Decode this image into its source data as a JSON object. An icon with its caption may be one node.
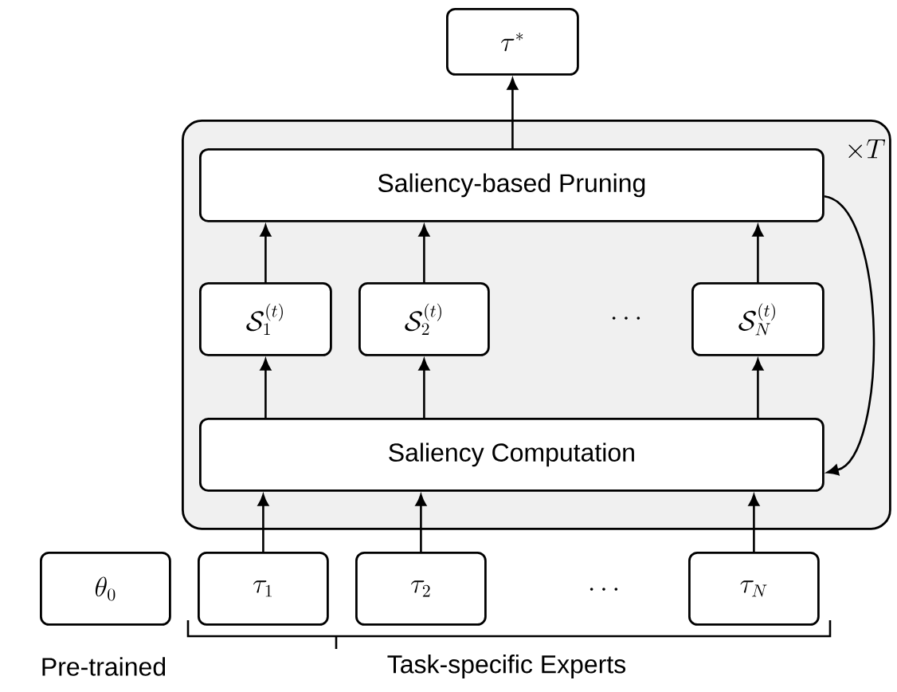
{
  "diagram": {
    "nodes": [
      {
        "text": [
          "\\tau^*"
        ]
      },
      {
        "text": [],
        "shape": "box"
      },
      {
        "text": [
          "Saliency-based Pruning"
        ],
        "in": 1
      },
      {
        "text": [
          "\\mathcal{S}_1^{(t)}"
        ],
        "in": 1
      },
      {
        "text": [
          "\\mathcal{S}_2^{(t)}"
        ],
        "in": 1
      },
      {
        "text": [
          "\\mathcal{S}_N^{(t)}"
        ],
        "in": 1
      },
      {
        "text": [
          "Saliency Computation"
        ],
        "in": 1
      },
      {
        "text": [
          "\\theta_0"
        ]
      },
      {
        "text": [
          "\\tau_1"
        ]
      },
      {
        "text": [
          "\\tau_2"
        ]
      },
      {
        "text": [
          "\\tau_N"
        ]
      }
    ],
    "edges": [
      {
        "from": 8,
        "to": 6,
        "arrow": "to"
      },
      {
        "from": 9,
        "to": 6,
        "arrow": "to"
      },
      {
        "from": 10,
        "to": 6,
        "arrow": "to"
      },
      {
        "from": 6,
        "to": 3,
        "arrow": "to"
      },
      {
        "from": 6,
        "to": 4,
        "arrow": "to"
      },
      {
        "from": 6,
        "to": 5,
        "arrow": "to"
      },
      {
        "from": 3,
        "to": 2,
        "arrow": "to"
      },
      {
        "from": 4,
        "to": 2,
        "arrow": "to"
      },
      {
        "from": 5,
        "to": 2,
        "arrow": "to"
      },
      {
        "from": 2,
        "to": 0,
        "arrow": "to"
      },
      {
        "from": 2,
        "to": 6,
        "arrow": "to"
      }
    ],
    "labels": [
      "\\times T",
      "\\cdots",
      "\\cdots",
      "Pre-trained",
      "Task-specific Experts"
    ]
  }
}
